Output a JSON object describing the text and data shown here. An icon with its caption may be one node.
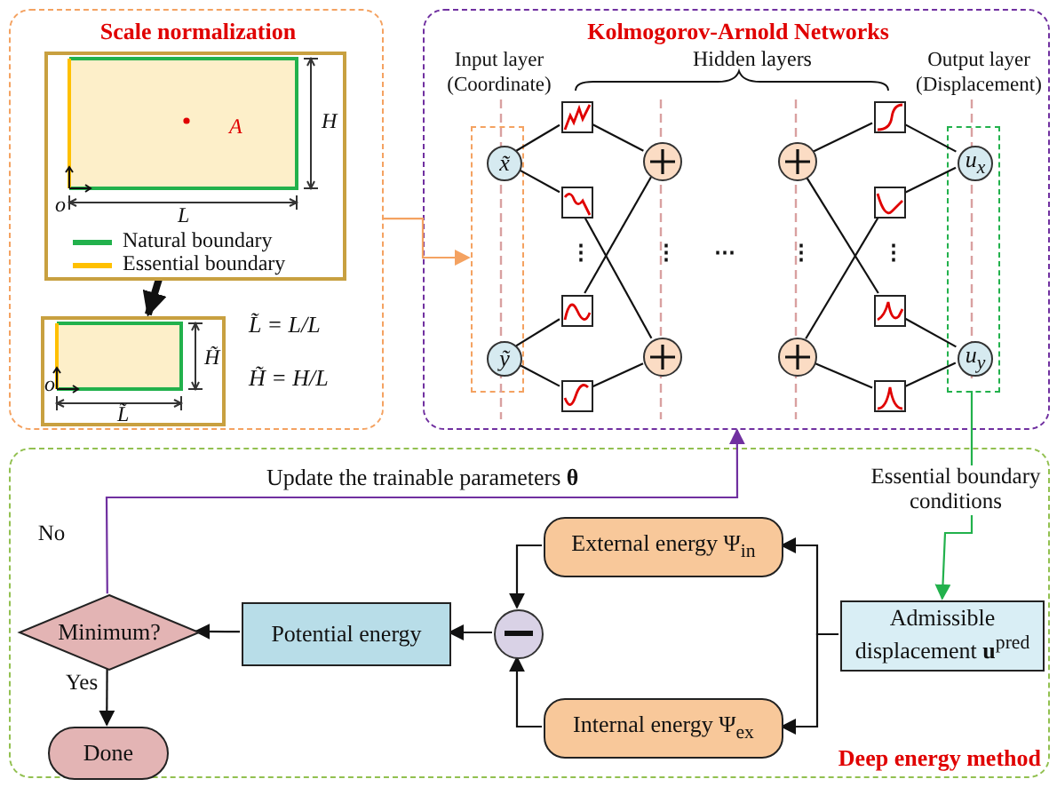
{
  "diagram": {
    "nodes": [
      {
        "text": [
          "Scale normalization"
        ]
      },
      {
        "text": [],
        "shape": "box",
        "in": 0
      },
      {
        "text": [],
        "shape": "box",
        "in": 0
      },
      {
        "text": [
          "Kolmogorov-Arnold Networks"
        ]
      },
      {
        "text": [
          "Input layer (Coordinate)"
        ],
        "in": 3
      },
      {
        "text": [
          "x̃"
        ],
        "in": 4
      },
      {
        "text": [
          "ỹ"
        ],
        "in": 4
      },
      {
        "text": [],
        "shape": "box",
        "in": 3
      },
      {
        "text": [],
        "shape": "box",
        "in": 3
      },
      {
        "text": [],
        "shape": "box",
        "in": 3
      },
      {
        "text": [],
        "shape": "box",
        "in": 3
      },
      {
        "text": [],
        "shape": "circle",
        "in": 3
      },
      {
        "text": [],
        "shape": "circle",
        "in": 3
      },
      {
        "text": [],
        "shape": "circle",
        "in": 3
      },
      {
        "text": [],
        "shape": "circle",
        "in": 3
      },
      {
        "text": [],
        "shape": "box",
        "in": 3
      },
      {
        "text": [],
        "shape": "box",
        "in": 3
      },
      {
        "text": [],
        "shape": "box",
        "in": 3
      },
      {
        "text": [],
        "shape": "box",
        "in": 3
      },
      {
        "text": [
          "Output layer (Displacement)"
        ],
        "in": 3
      },
      {
        "text": [
          "u$_{x}$"
        ],
        "in": 19
      },
      {
        "text": [
          "u$_{y}$"
        ],
        "in": 19
      },
      {
        "text": [
          "Deep energy method"
        ]
      },
      {
        "text": [
          "External energy Ψ$_{in}$"
        ],
        "in": 22
      },
      {
        "text": [
          "Internal energy Ψ$_{ex}$"
        ],
        "in": 22
      },
      {
        "text": [
          "Admissible displacement **u**$^{pred}$"
        ],
        "in": 22
      },
      {
        "text": [],
        "shape": "circle",
        "in": 22
      },
      {
        "text": [
          "Potential energy"
        ],
        "in": 22
      },
      {
        "text": [
          "Minimum?"
        ],
        "in": 22
      },
      {
        "text": [
          "Done"
        ],
        "in": 22
      }
    ],
    "edges": [
      {
        "from": 1,
        "to": 2,
        "arrow": "to",
        "style": "thick"
      },
      {
        "from": 0,
        "to": 4,
        "arrow": "to",
        "color": "#f4a261"
      },
      {
        "from": 5,
        "to": 7,
        "arrow": "none"
      },
      {
        "from": 5,
        "to": 8,
        "arrow": "none"
      },
      {
        "from": 6,
        "to": 9,
        "arrow": "none"
      },
      {
        "from": 6,
        "to": 10,
        "arrow": "none"
      },
      {
        "from": 7,
        "to": 11,
        "arrow": "none"
      },
      {
        "from": 8,
        "to": 12,
        "arrow": "none"
      },
      {
        "from": 9,
        "to": 11,
        "arrow": "none"
      },
      {
        "from": 10,
        "to": 12,
        "arrow": "none"
      },
      {
        "from": 13,
        "to": 15,
        "arrow": "none"
      },
      {
        "from": 13,
        "to": 17,
        "arrow": "none"
      },
      {
        "from": 14,
        "to": 16,
        "arrow": "none"
      },
      {
        "from": 14,
        "to": 18,
        "arrow": "none"
      },
      {
        "from": 15,
        "to": 20,
        "arrow": "none"
      },
      {
        "from": 16,
        "to": 20,
        "arrow": "none"
      },
      {
        "from": 17,
        "to": 21,
        "arrow": "none"
      },
      {
        "from": 18,
        "to": 21,
        "arrow": "none"
      },
      {
        "from": 19,
        "to": 25,
        "arrow": "to",
        "label": "Essential boundary conditions",
        "color": "#22b14c"
      },
      {
        "from": 25,
        "to": 23,
        "arrow": "to"
      },
      {
        "from": 25,
        "to": 24,
        "arrow": "to"
      },
      {
        "from": 23,
        "to": 26,
        "arrow": "to"
      },
      {
        "from": 24,
        "to": 26,
        "arrow": "to"
      },
      {
        "from": 26,
        "to": 27,
        "arrow": "to"
      },
      {
        "from": 27,
        "to": 28,
        "arrow": "to"
      },
      {
        "from": 28,
        "to": 29,
        "arrow": "to",
        "label": "Yes"
      },
      {
        "from": 28,
        "to": 3,
        "arrow": "to",
        "label": "No",
        "color": "#7030a0"
      }
    ],
    "labels": [
      "A",
      "H",
      "o",
      "L",
      "H̃",
      "o",
      "L̃",
      "L̃ = L/L",
      "H̃ = H/L",
      "Hidden layers",
      "⋮",
      "⋮",
      "⋯",
      "⋮",
      "⋮",
      "Update the trainable parameters **θ**"
    ],
    "legend": [
      {
        "text": "Natural boundary"
      },
      {
        "text": "Essential boundary"
      }
    ]
  }
}
